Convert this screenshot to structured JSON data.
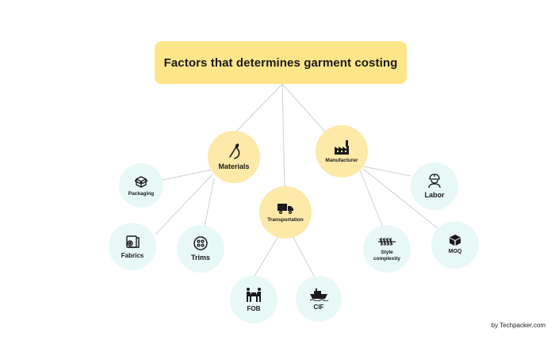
{
  "title": "Factors that determines garment costing",
  "credit": "by Techpacker.com",
  "colors": {
    "title_bg": "#fde58a",
    "major_node": "#fde9a8",
    "minor_node": "#e8f8f6",
    "edge": "#cfcfcf"
  },
  "nodes": {
    "materials": {
      "label": "Materials",
      "icon": "needle-thread-icon"
    },
    "transportation": {
      "label": "Transportation",
      "icon": "truck-icon"
    },
    "manufacturer": {
      "label": "Manufacturer",
      "icon": "factory-icon"
    },
    "packaging": {
      "label": "Packaging",
      "icon": "box-icon"
    },
    "fabrics": {
      "label": "Fabrics",
      "icon": "fabric-roll-icon"
    },
    "trims": {
      "label": "Trims",
      "icon": "button-icon"
    },
    "fob": {
      "label": "FOB",
      "icon": "handover-icon"
    },
    "cif": {
      "label": "CIF",
      "icon": "ship-icon"
    },
    "labor": {
      "label": "Labor",
      "icon": "worker-icon"
    },
    "style_complexity": {
      "label": "Style\ncomplexity",
      "icon": "stitch-icon"
    },
    "moq": {
      "label": "MOQ",
      "icon": "cube-icon"
    }
  }
}
